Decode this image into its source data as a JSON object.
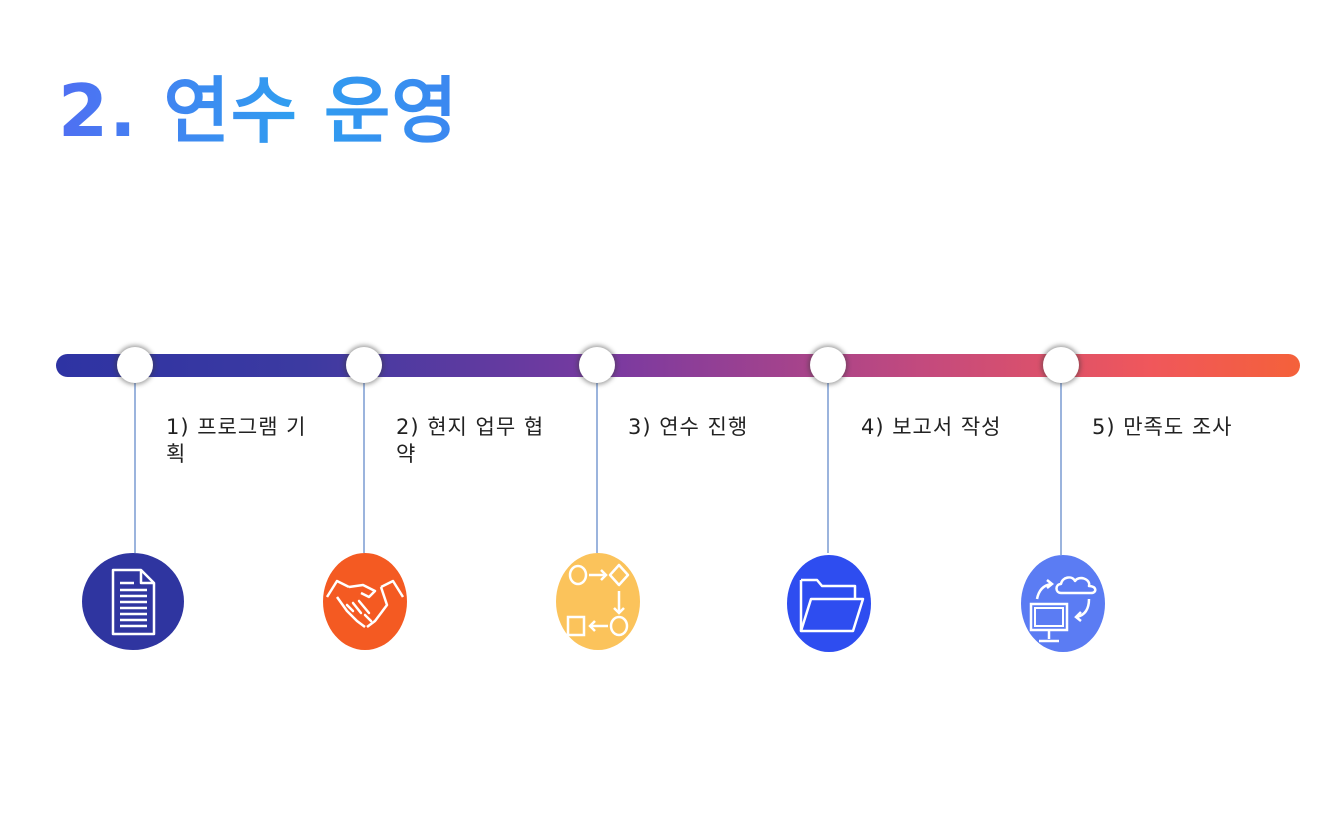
{
  "title": "2. 연수 운영",
  "steps": [
    {
      "label": "1) 프로그램 기획",
      "icon": "document-icon",
      "color": "#2f35a0"
    },
    {
      "label": "2) 현지 업무 협약",
      "icon": "handshake-icon",
      "color": "#f45a22"
    },
    {
      "label": "3) 연수 진행",
      "icon": "process-flow-icon",
      "color": "#fbc35b"
    },
    {
      "label": "4) 보고서 작성",
      "icon": "folder-icon",
      "color": "#2e4df0"
    },
    {
      "label": "5) 만족도 조사",
      "icon": "cloud-computer-icon",
      "color": "#5b7cf3"
    }
  ],
  "colors": {
    "title_gradient_start": "#4f6ff2",
    "title_gradient_end": "#2f9ff0",
    "bar_start": "#2e33a3",
    "bar_end": "#f4613a",
    "stem": "#9bb4dd"
  }
}
